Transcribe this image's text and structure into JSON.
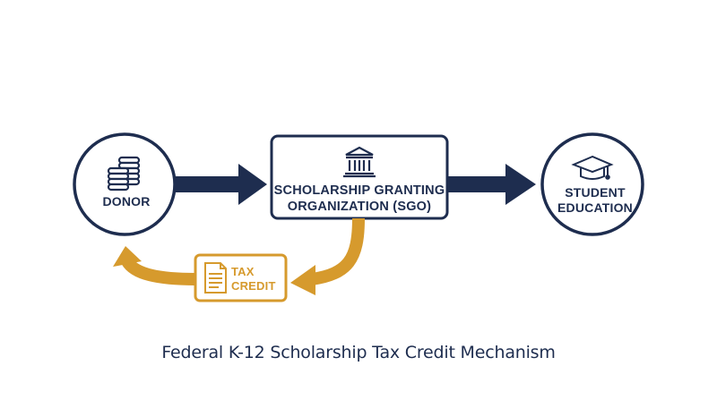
{
  "nodes": {
    "donor": {
      "label": "DONOR",
      "icon": "coin-stack-icon"
    },
    "sgo": {
      "label": "SCHOLARSHIP GRANTING\nORGANIZATION (SGO)",
      "icon": "bank-building-icon"
    },
    "student": {
      "label": "STUDENT\nEDUCATION",
      "icon": "graduation-cap-icon"
    },
    "tax_credit": {
      "label": "TAX\nCREDIT",
      "icon": "document-icon"
    }
  },
  "caption": "Federal K-12 Scholarship Tax Credit Mechanism",
  "colors": {
    "navy": "#1e2d4f",
    "gold": "#d69a2d",
    "background": "#ffffff"
  }
}
